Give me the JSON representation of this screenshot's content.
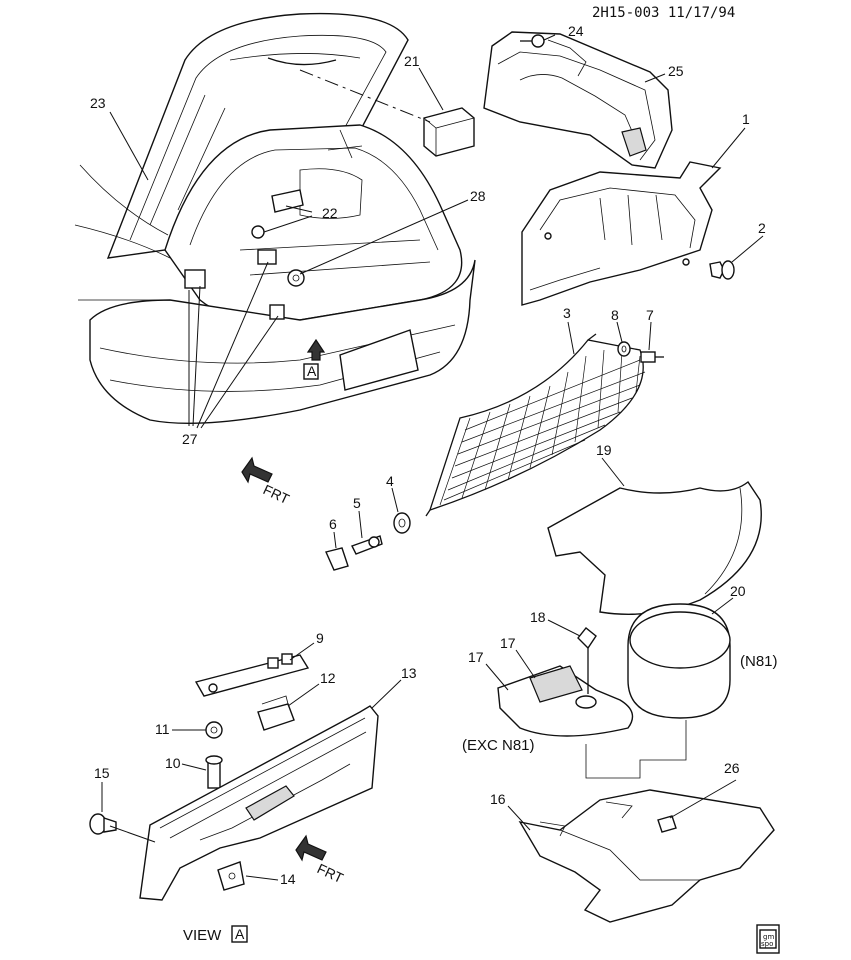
{
  "header": {
    "drawing_id": "2H15-003 11/17/94"
  },
  "callouts": [
    "1",
    "2",
    "3",
    "4",
    "5",
    "6",
    "7",
    "8",
    "9",
    "10",
    "11",
    "12",
    "13",
    "14",
    "15",
    "16",
    "17",
    "17",
    "18",
    "19",
    "20",
    "21",
    "22",
    "23",
    "24",
    "25",
    "26",
    "27",
    "28"
  ],
  "notes": {
    "n81": "(N81)",
    "exc_n81": "(EXC N81)",
    "view_label": "VIEW",
    "view_letter": "A",
    "box_a": "A",
    "frt_upper": "FRT",
    "frt_lower": "FRT"
  },
  "logo": {
    "line1": "gm",
    "line2": "spo"
  }
}
